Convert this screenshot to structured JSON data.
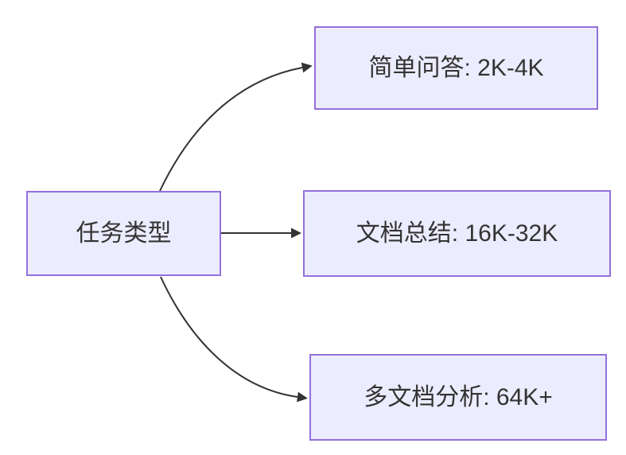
{
  "diagram": {
    "type": "flowchart",
    "direction": "left-to-right",
    "root": {
      "label": "任务类型"
    },
    "branches": [
      {
        "label": "简单问答: 2K-4K"
      },
      {
        "label": "文档总结: 16K-32K"
      },
      {
        "label": "多文档分析: 64K+"
      }
    ],
    "edges": [
      {
        "from": "任务类型",
        "to": "简单问答: 2K-4K"
      },
      {
        "from": "任务类型",
        "to": "文档总结: 16K-32K"
      },
      {
        "from": "任务类型",
        "to": "多文档分析: 64K+"
      }
    ],
    "colors": {
      "node-fill": "#ECECFF",
      "node-border": "#9370DB",
      "edge": "#333333",
      "text": "#333333",
      "background": "#FFFFFF"
    }
  }
}
